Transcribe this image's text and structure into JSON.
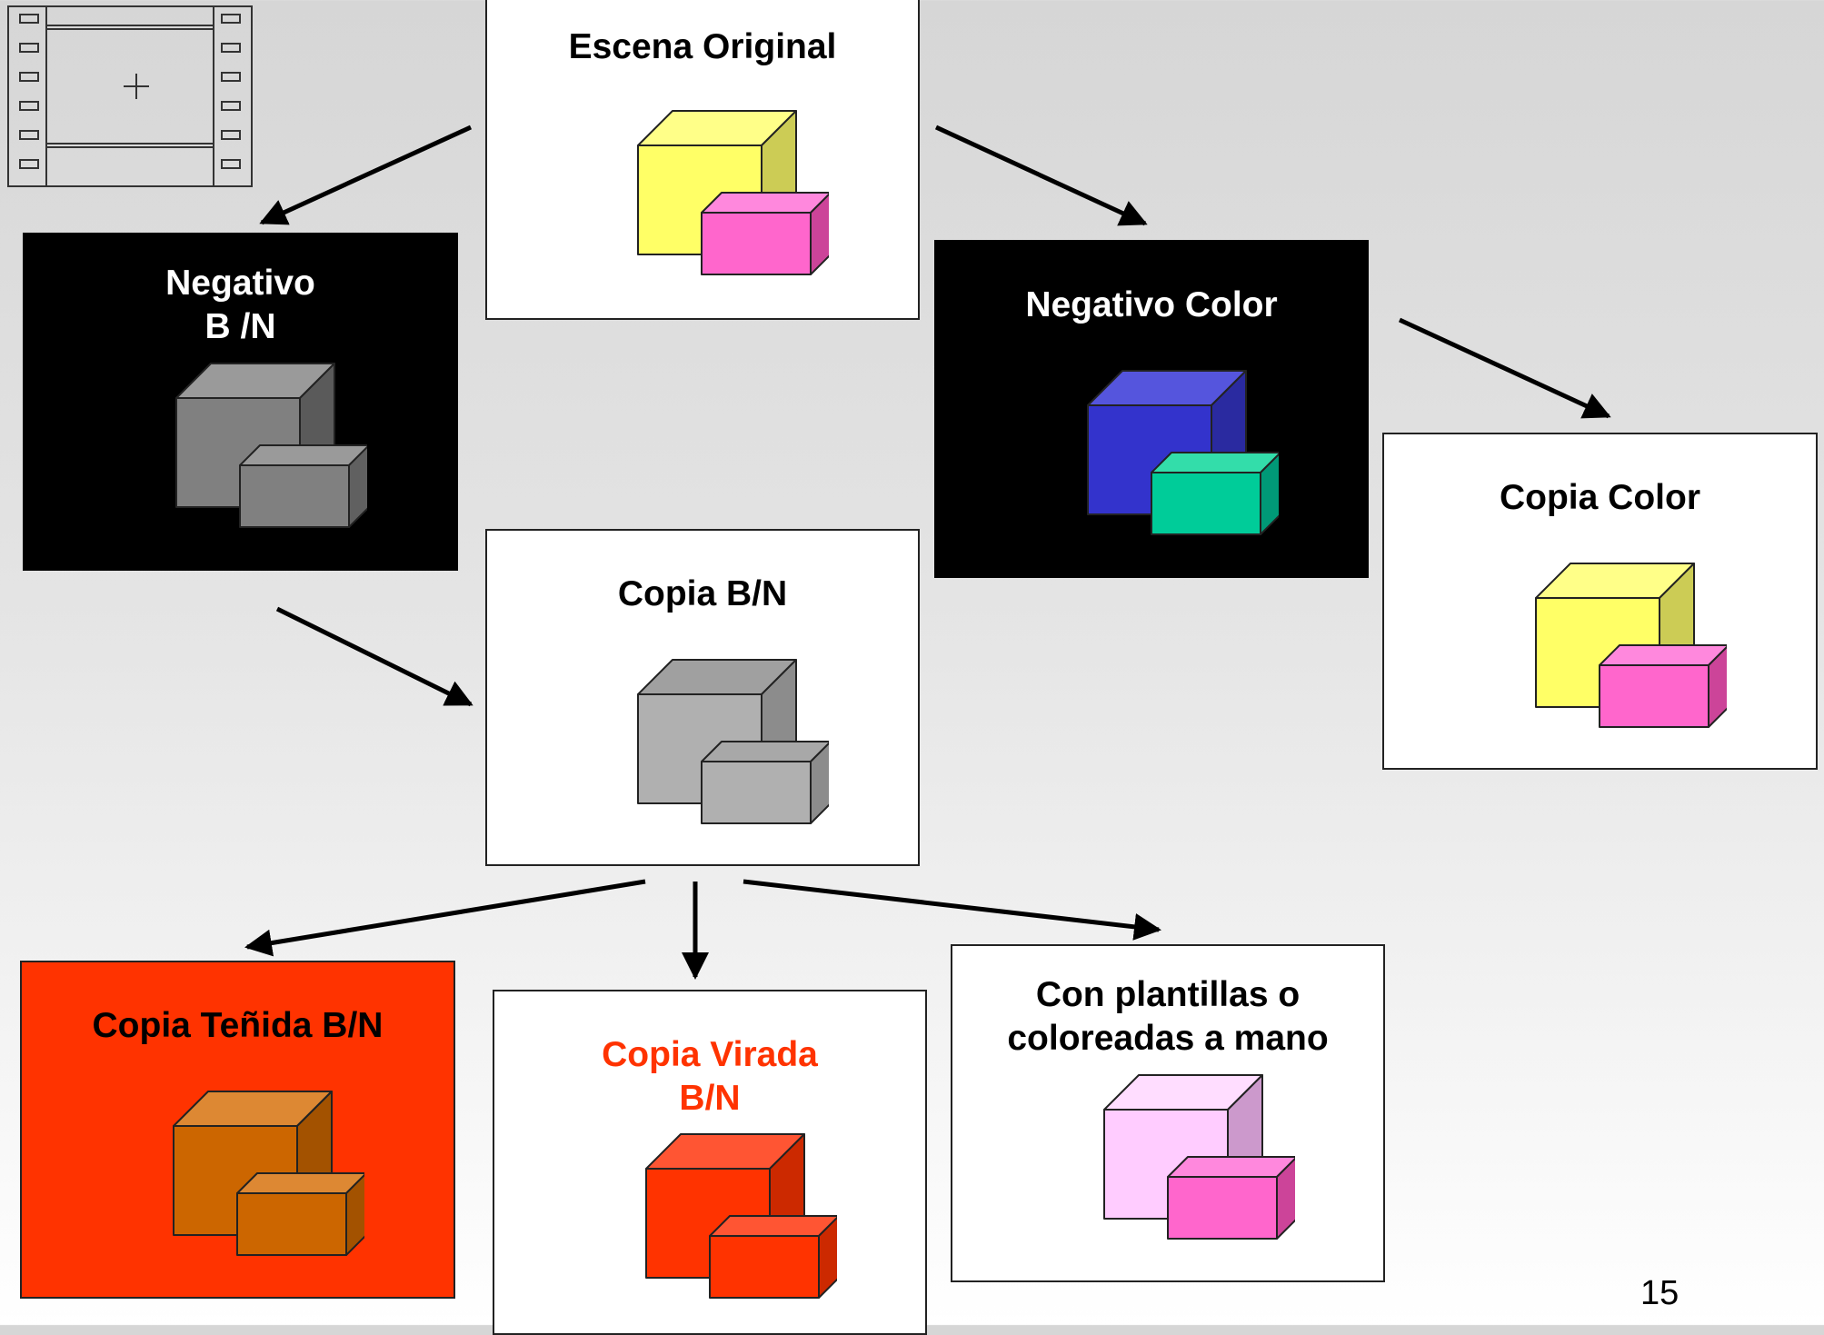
{
  "panels": {
    "original": {
      "title": "Escena Original",
      "colors": {
        "big_front": "#ffff66",
        "big_side": "#cccc55",
        "big_top": "#ffff88",
        "small_front": "#ff66cc",
        "small_side": "#cc4499",
        "small_top": "#ff88dd"
      }
    },
    "negativo_bn": {
      "title": "Negativo\nB /N",
      "colors": {
        "big_front": "#808080",
        "big_side": "#5a5a5a",
        "big_top": "#9a9a9a",
        "small_front": "#808080",
        "small_side": "#606060",
        "small_top": "#9a9a9a"
      }
    },
    "negativo_color": {
      "title": "Negativo Color",
      "colors": {
        "big_front": "#3333cc",
        "big_side": "#2a2aa0",
        "big_top": "#5555dd",
        "small_front": "#00cc99",
        "small_side": "#009977",
        "small_top": "#33ddaa"
      }
    },
    "copia_color": {
      "title": "Copia Color",
      "colors": {
        "big_front": "#ffff66",
        "big_side": "#cccc55",
        "big_top": "#ffff88",
        "small_front": "#ff66cc",
        "small_side": "#cc4499",
        "small_top": "#ff88dd"
      }
    },
    "copia_bn": {
      "title": "Copia B/N",
      "colors": {
        "big_front": "#b0b0b0",
        "big_side": "#8c8c8c",
        "big_top": "#a0a0a0",
        "small_front": "#b0b0b0",
        "small_side": "#8c8c8c",
        "small_top": "#a8a8a8"
      }
    },
    "copia_tenida": {
      "title": "Copia Teñida B/N",
      "colors": {
        "big_front": "#cc6600",
        "big_side": "#a35200",
        "big_top": "#dd8833",
        "small_front": "#cc6600",
        "small_side": "#a35200",
        "small_top": "#dd8833"
      }
    },
    "copia_virada": {
      "title": "Copia Virada\nB/N",
      "title_color": "#ff3300",
      "colors": {
        "big_front": "#ff3300",
        "big_side": "#cc2900",
        "big_top": "#ff5533",
        "small_front": "#ff3300",
        "small_side": "#cc2900",
        "small_top": "#ff5533"
      }
    },
    "plantillas": {
      "title": "Con plantillas o\ncoloreadas a mano",
      "colors": {
        "big_front": "#ffccff",
        "big_side": "#cc99cc",
        "big_top": "#ffddff",
        "small_front": "#ff66cc",
        "small_side": "#cc4499",
        "small_top": "#ff88dd"
      }
    }
  },
  "page_number": "15",
  "icons": {
    "film": "film-strip-icon"
  }
}
